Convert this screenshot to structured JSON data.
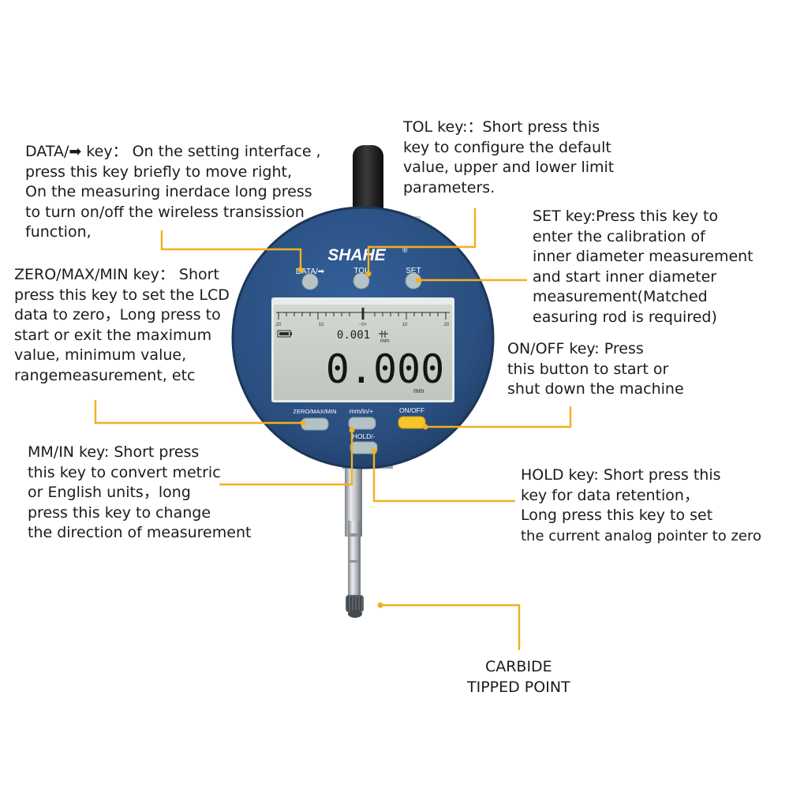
{
  "device": {
    "brand": "SHAHE",
    "brand_mark": "®",
    "buttons": {
      "data": "DATA/➡",
      "tol": "TOL",
      "set": "SET",
      "zero": "ZERO/MAX/MIN",
      "mmin": "mm/in/+",
      "onoff": "ON/OFF",
      "hold": "HOLD/-"
    },
    "lcd": {
      "scale_labels": [
        "20",
        "10",
        "−0+",
        "10",
        "20"
      ],
      "resolution_value": "0.001",
      "resolution_unit": "mm",
      "main_value": "0.000",
      "main_unit": "mm"
    },
    "colors": {
      "body": "#2b4e7e",
      "bezel": "#3f6a9a",
      "lcd": "#c9cfc6",
      "button_grey": "#b5c3c6",
      "button_yellow": "#f5c52a",
      "annotation_line": "#f2b01e"
    }
  },
  "annotations": {
    "data_key": [
      "DATA/➡ key： On the setting interface ,",
      "press this key briefly to move right,",
      "On the measuring inerdace long press",
      "to turn on/off the wireless transission",
      "function,"
    ],
    "tol_key": [
      "TOL key:：Short press this",
      "key to configure the default",
      "value, upper and lower limit",
      "parameters."
    ],
    "set_key": [
      "SET key:Press this key to",
      "enter the calibration of",
      "inner diameter measurement",
      "and start inner diameter",
      "measurement(Matched",
      "easuring rod is required)"
    ],
    "zero_key": [
      "ZERO/MAX/MIN key：  Short",
      "press this key to set the LCD",
      "data to zero，Long press to",
      "start or exit the maximum",
      "value, minimum value,",
      "rangemeasurement, etc"
    ],
    "onoff_key": [
      "ON/OFF key: Press",
      "this button to start or",
      "shut down the machine"
    ],
    "mmin_key": [
      "MM/IN key: Short press",
      "this key to convert metric",
      "or English units，long",
      "press this key to change",
      "the direction of measurement"
    ],
    "hold_key": [
      "HOLD key: Short press this",
      "key for data retention，",
      "Long press this key to set",
      "the current analog pointer to zero"
    ],
    "carbide": [
      "CARBIDE",
      "TIPPED POINT"
    ]
  }
}
